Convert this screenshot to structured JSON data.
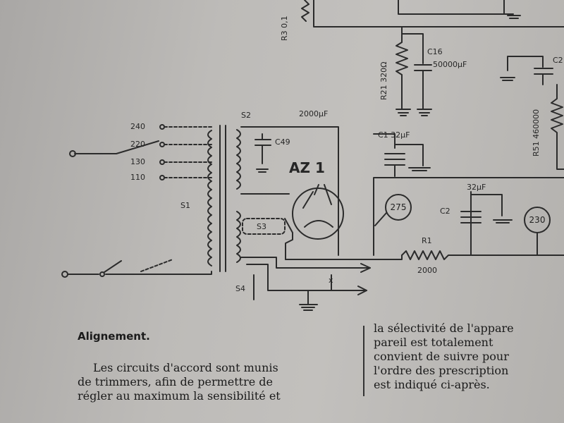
{
  "labels": {
    "r3": "R3 0,1",
    "r21": "R21 320Ω",
    "c16": "C16",
    "c16_val": "50000μF",
    "c2_top": "C2",
    "r51": "R51 460000",
    "s2": "S2",
    "cap_2000": "2000μF",
    "c49": "C49",
    "az1": "AZ 1",
    "c1": "C1 32μF",
    "c2": "C2",
    "c2_val": "32μF",
    "tap_240": "240",
    "tap_220": "220",
    "tap_130": "130",
    "tap_110": "110",
    "s1": "S1",
    "s3": "S3",
    "s4": "S4",
    "r1": "R1",
    "r1_val": "2000",
    "x_mark": "x",
    "circle_275": "275",
    "circle_230": "230"
  },
  "text": {
    "heading": "Alignement.",
    "left_col": [
      "Les circuits d'accord sont munis",
      "de trimmers, afin de permettre de",
      "régler au maximum la sensibilité et"
    ],
    "right_col": [
      "la sélectivité de l'appare",
      "pareil est totalement",
      "convient de suivre pour",
      "l'ordre des prescription",
      "est indiqué ci-après."
    ]
  }
}
